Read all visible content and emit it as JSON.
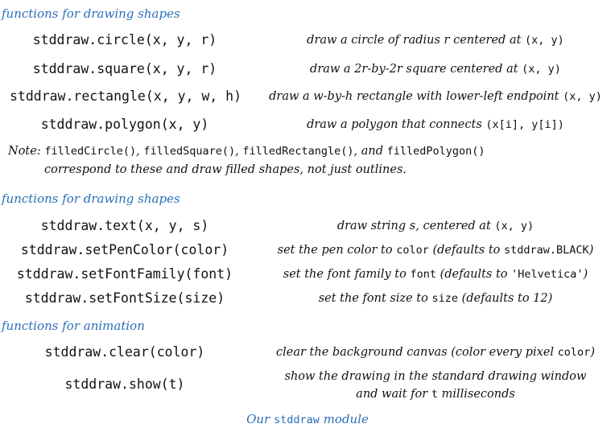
{
  "sections": [
    {
      "heading": "functions for drawing shapes",
      "rows": [
        {
          "signature": "stddraw.circle(x, y, r)",
          "description": [
            [
              "draw a circle of radius ",
              0
            ],
            [
              "r",
              0
            ],
            [
              " centered at ",
              0
            ],
            [
              "(x, y)",
              1
            ]
          ]
        },
        {
          "signature": "stddraw.square(x, y, r)",
          "description": [
            [
              "draw a 2",
              0
            ],
            [
              "r",
              0
            ],
            [
              "-by-2",
              0
            ],
            [
              "r",
              0
            ],
            [
              " square centered at ",
              0
            ],
            [
              "(x, y)",
              1
            ]
          ]
        },
        {
          "signature": "stddraw.rectangle(x, y, w, h)",
          "description": [
            [
              "draw a w-by-h rectangle with lower-left endpoint ",
              0
            ],
            [
              "(x, y)",
              1
            ]
          ]
        },
        {
          "signature": "stddraw.polygon(x, y)",
          "description": [
            [
              "draw a polygon that connects ",
              0
            ],
            [
              "(x[i], y[i])",
              1
            ]
          ]
        }
      ],
      "note_prefix": "Note: ",
      "note_items": [
        "filledCircle()",
        "filledSquare()",
        "filledRectangle()",
        "filledPolygon()"
      ],
      "note_sep1": ", ",
      "note_sep2": ", ",
      "note_sep3": ", and ",
      "note_line2": "correspond to these and draw filled shapes, not just outlines."
    },
    {
      "heading": "functions for drawing shapes",
      "rows": [
        {
          "signature": "stddraw.text(x, y, s)",
          "description": [
            [
              "draw string ",
              0
            ],
            [
              "s",
              0
            ],
            [
              ", centered at ",
              0
            ],
            [
              "(x, y)",
              1
            ]
          ]
        },
        {
          "signature": "stddraw.setPenColor(color)",
          "description": [
            [
              "set the pen color to ",
              0
            ],
            [
              "color",
              1
            ],
            [
              " (defaults to ",
              0
            ],
            [
              "stddraw.BLACK",
              1
            ],
            [
              ")",
              0
            ]
          ]
        },
        {
          "signature": "stddraw.setFontFamily(font)",
          "description": [
            [
              "set the font family to ",
              0
            ],
            [
              "font",
              1
            ],
            [
              " (defaults to ",
              0
            ],
            [
              "'Helvetica'",
              1
            ],
            [
              ")",
              0
            ]
          ]
        },
        {
          "signature": "stddraw.setFontSize(size)",
          "description": [
            [
              "set the font size to ",
              0
            ],
            [
              "size",
              1
            ],
            [
              " (defaults to 12)",
              0
            ]
          ]
        }
      ]
    },
    {
      "heading": "functions for animation",
      "rows": [
        {
          "signature": "stddraw.clear(color)",
          "description": [
            [
              "clear the background canvas (color every pixel ",
              0
            ],
            [
              "color",
              1
            ],
            [
              ")",
              0
            ]
          ]
        },
        {
          "signature": "stddraw.show(t)",
          "description": [
            [
              "show the drawing in the standard drawing window",
              0
            ]
          ],
          "description2": [
            [
              "and wait for ",
              0
            ],
            [
              "t",
              1
            ],
            [
              " milliseconds",
              0
            ]
          ]
        }
      ]
    }
  ],
  "caption_prefix": "Our ",
  "caption_code": "stddraw",
  "caption_suffix": " module"
}
